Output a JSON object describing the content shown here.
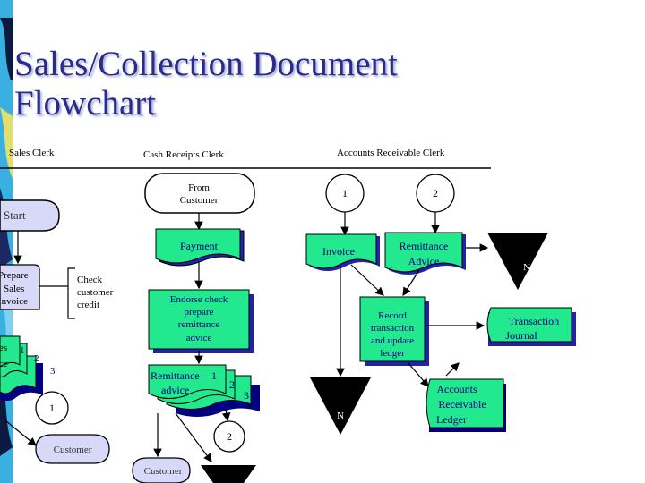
{
  "title": "Sales/Collection Document Flowchart",
  "lanes": {
    "sales_clerk": "Sales Clerk",
    "cash_receipts_clerk": "Cash Receipts Clerk",
    "ar_clerk": "Accounts Receivable Clerk"
  },
  "nodes": {
    "start": "Start",
    "from_customer": [
      "From",
      "Customer"
    ],
    "connector_1": "1",
    "connector_2": "2",
    "payment": "Payment",
    "invoice": "Invoice",
    "remittance_advice": [
      "Remittance",
      "Advice"
    ],
    "file_n_top": "N",
    "prepare_invoice": [
      "Prepare",
      "Sales",
      "Invoice"
    ],
    "check_credit": [
      "Check",
      "customer",
      "credit"
    ],
    "endorse_check": [
      "Endorse check",
      "prepare",
      "remittance",
      "advice"
    ],
    "record_transaction": [
      "Record",
      "transaction",
      "and update",
      "ledger"
    ],
    "transaction_journal": [
      "Transaction",
      "Journal"
    ],
    "left_partial": [
      "es",
      "ce"
    ],
    "left_copy_1": "1",
    "left_copy_2": "2",
    "left_copy_3": "3",
    "remit_copy_title": "Remittance",
    "remit_copy_sub": "advice",
    "remit_copy_1": "1",
    "remit_copy_2": "2",
    "remit_copy_3": "3",
    "ar_ledger": [
      "Accounts",
      "Receivable",
      "Ledger"
    ],
    "file_n_mid": "N",
    "connector_left_1": "1",
    "connector_bottom_2": "2",
    "customer_left": "Customer",
    "customer_bottom": "Customer"
  },
  "colors": {
    "title": "#2b2b8c",
    "lavender": "#d8d8f8",
    "green": "#22e88e",
    "navy": "#000080",
    "black": "#000000"
  }
}
